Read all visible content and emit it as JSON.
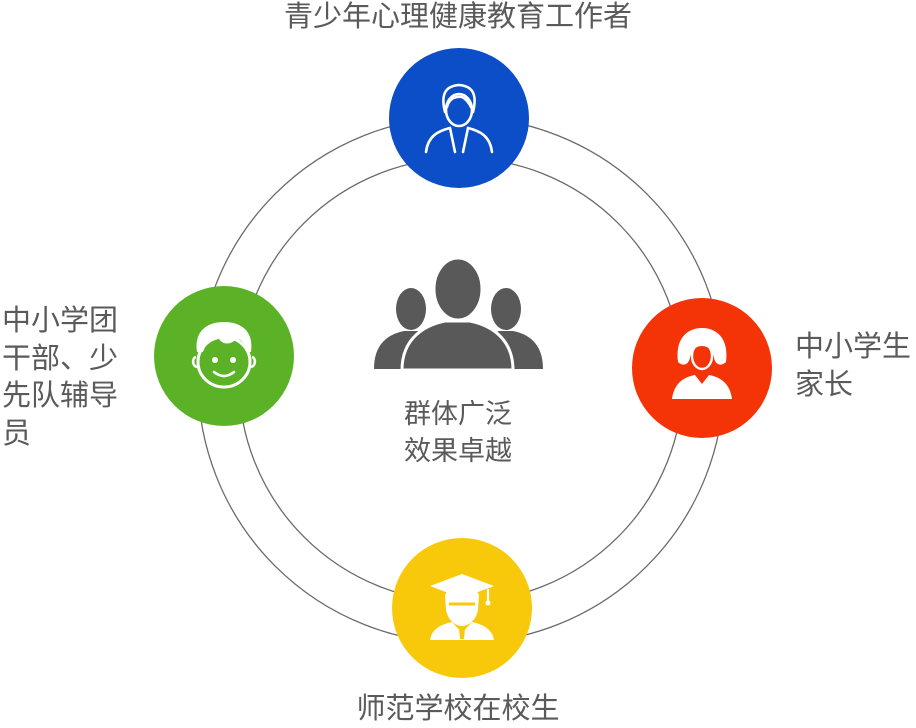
{
  "colors": {
    "top": "#0c4ec7",
    "right": "#f43307",
    "bottom": "#f8c90b",
    "left": "#5cb227",
    "ring": "#6b6b6b",
    "center_icon": "#595959",
    "text": "#5a5a5a"
  },
  "nodes": {
    "top": {
      "label": "青少年心理健康教育工作者",
      "icon": "woman-professional-icon"
    },
    "right": {
      "label": "中小学生\n家长",
      "icon": "woman-parent-icon"
    },
    "bottom": {
      "label": "师范学校在校生",
      "icon": "graduate-icon"
    },
    "left": {
      "label": "中小学团\n干部、少\n先队辅导\n员",
      "icon": "boy-face-icon"
    }
  },
  "center": {
    "text": "群体广泛\n效果卓越",
    "icon": "group-people-icon"
  }
}
